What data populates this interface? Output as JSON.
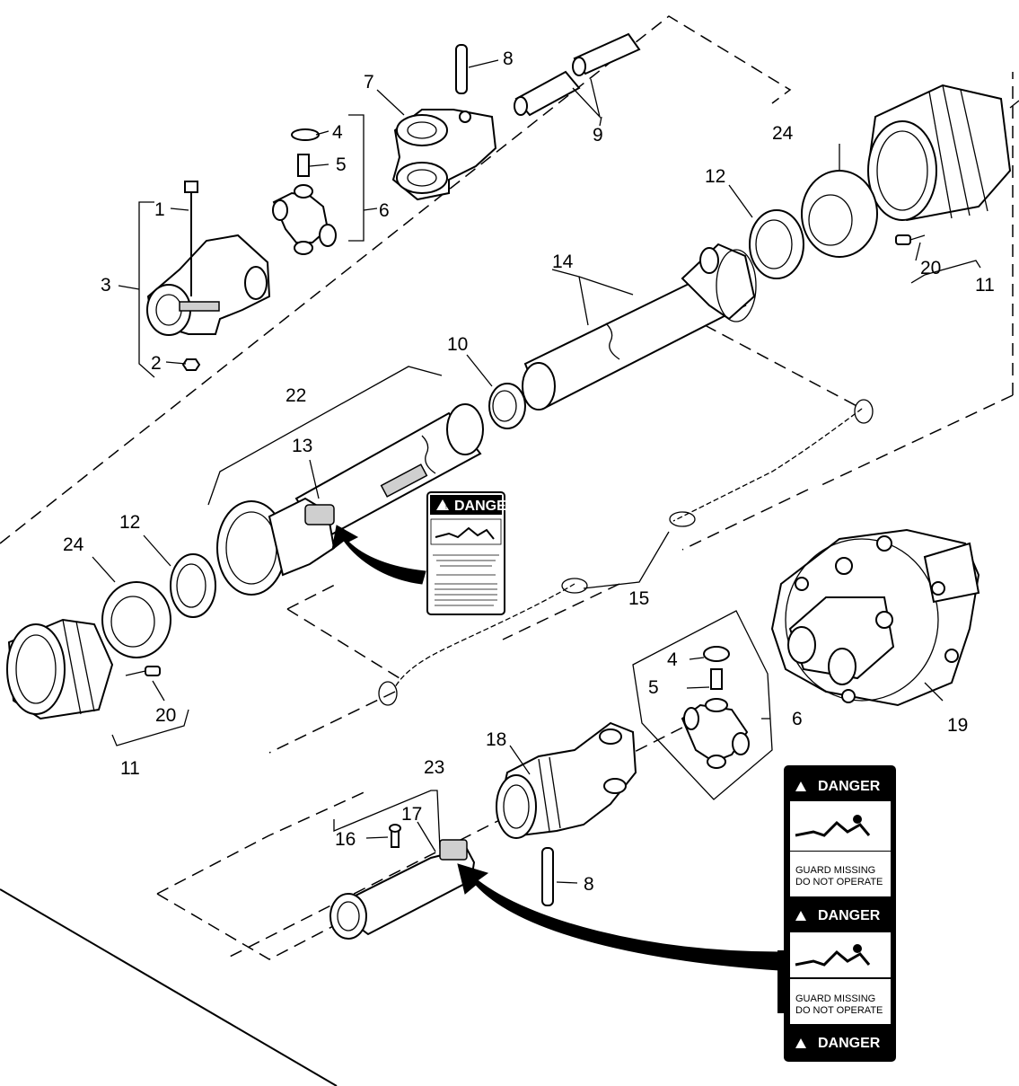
{
  "callouts": {
    "c1": "1",
    "c2": "2",
    "c3": "3",
    "c4a": "4",
    "c4b": "4",
    "c5a": "5",
    "c5b": "5",
    "c6a": "6",
    "c6b": "6",
    "c7": "7",
    "c8a": "8",
    "c8b": "8",
    "c9": "9",
    "c10": "10",
    "c11a": "11",
    "c11b": "11",
    "c12a": "12",
    "c12b": "12",
    "c13": "13",
    "c14": "14",
    "c15": "15",
    "c16": "16",
    "c17": "17",
    "c18": "18",
    "c19": "19",
    "c20a": "20",
    "c20b": "20",
    "c22": "22",
    "c23": "23",
    "c24a": "24",
    "c24b": "24"
  },
  "decal_large": {
    "header_1": "DANGER",
    "message_1_line1": "GUARD MISSING",
    "message_1_line2": "DO NOT OPERATE",
    "header_2": "DANGER",
    "message_2_line1": "GUARD MISSING",
    "message_2_line2": "DO NOT OPERATE",
    "header_3": "DANGER"
  },
  "decal_small": {
    "header": "DANGER"
  },
  "colors": {
    "ink": "#000000",
    "paper": "#ffffff",
    "shading": "#cfcfcf"
  }
}
